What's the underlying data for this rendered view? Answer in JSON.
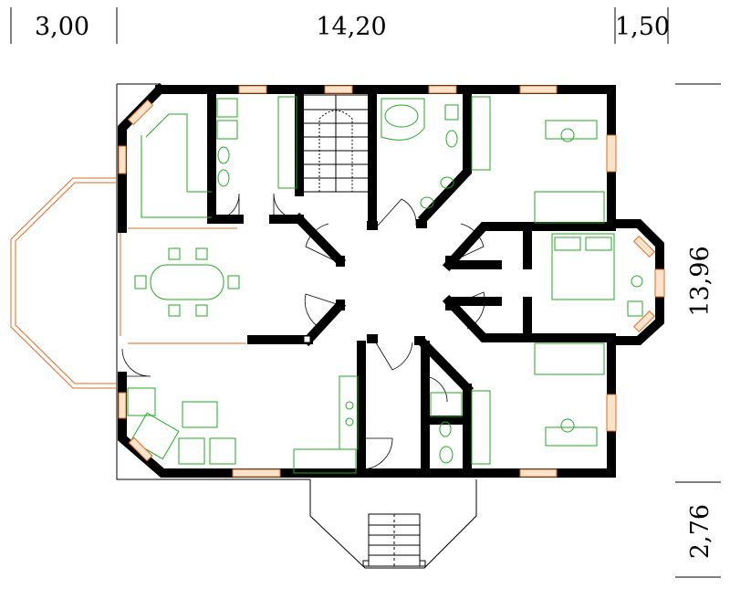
{
  "dimensions": {
    "top_left": "3,00",
    "top_middle": "14,20",
    "top_right": "1,50",
    "right_upper": "13,96",
    "right_lower": "2,76"
  }
}
